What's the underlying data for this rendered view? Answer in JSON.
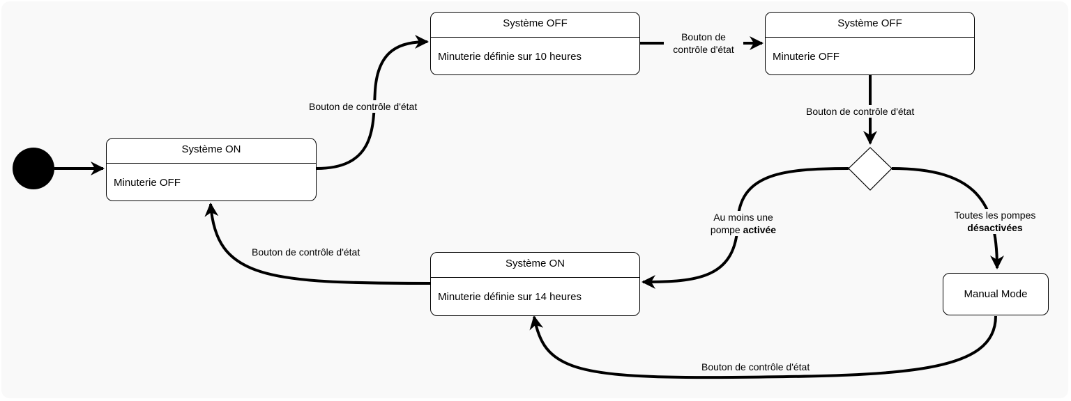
{
  "states": {
    "s_on_1": {
      "title": "Système ON",
      "body": "Minuterie OFF"
    },
    "s_off_10": {
      "title": "Système OFF",
      "body": "Minuterie définie sur 10 heures"
    },
    "s_off_off": {
      "title": "Système OFF",
      "body": "Minuterie OFF"
    },
    "s_on_14": {
      "title": "Système ON",
      "body": "Minuterie définie sur 14 heures"
    },
    "manual": {
      "label": "Manual Mode"
    }
  },
  "transitions": {
    "on_to_off10": "Bouton de contrôle d'état",
    "off10_to_offoff": [
      "Bouton de",
      "contrôle d'état"
    ],
    "offoff_to_decision": "Bouton de contrôle d'état",
    "decision_to_on14": {
      "line1": "Au moins une",
      "line2_prefix": "pompe ",
      "line2_bold": "activée"
    },
    "decision_to_manual": {
      "line1": "Toutes les pompes",
      "line2_bold": "désactivées"
    },
    "on14_to_on1": "Bouton de contrôle d'état",
    "manual_to_on14": "Bouton de contrôle d'état"
  },
  "colors": {
    "line": "#000000",
    "background": "#f9f9f9",
    "node_fill": "#ffffff"
  }
}
